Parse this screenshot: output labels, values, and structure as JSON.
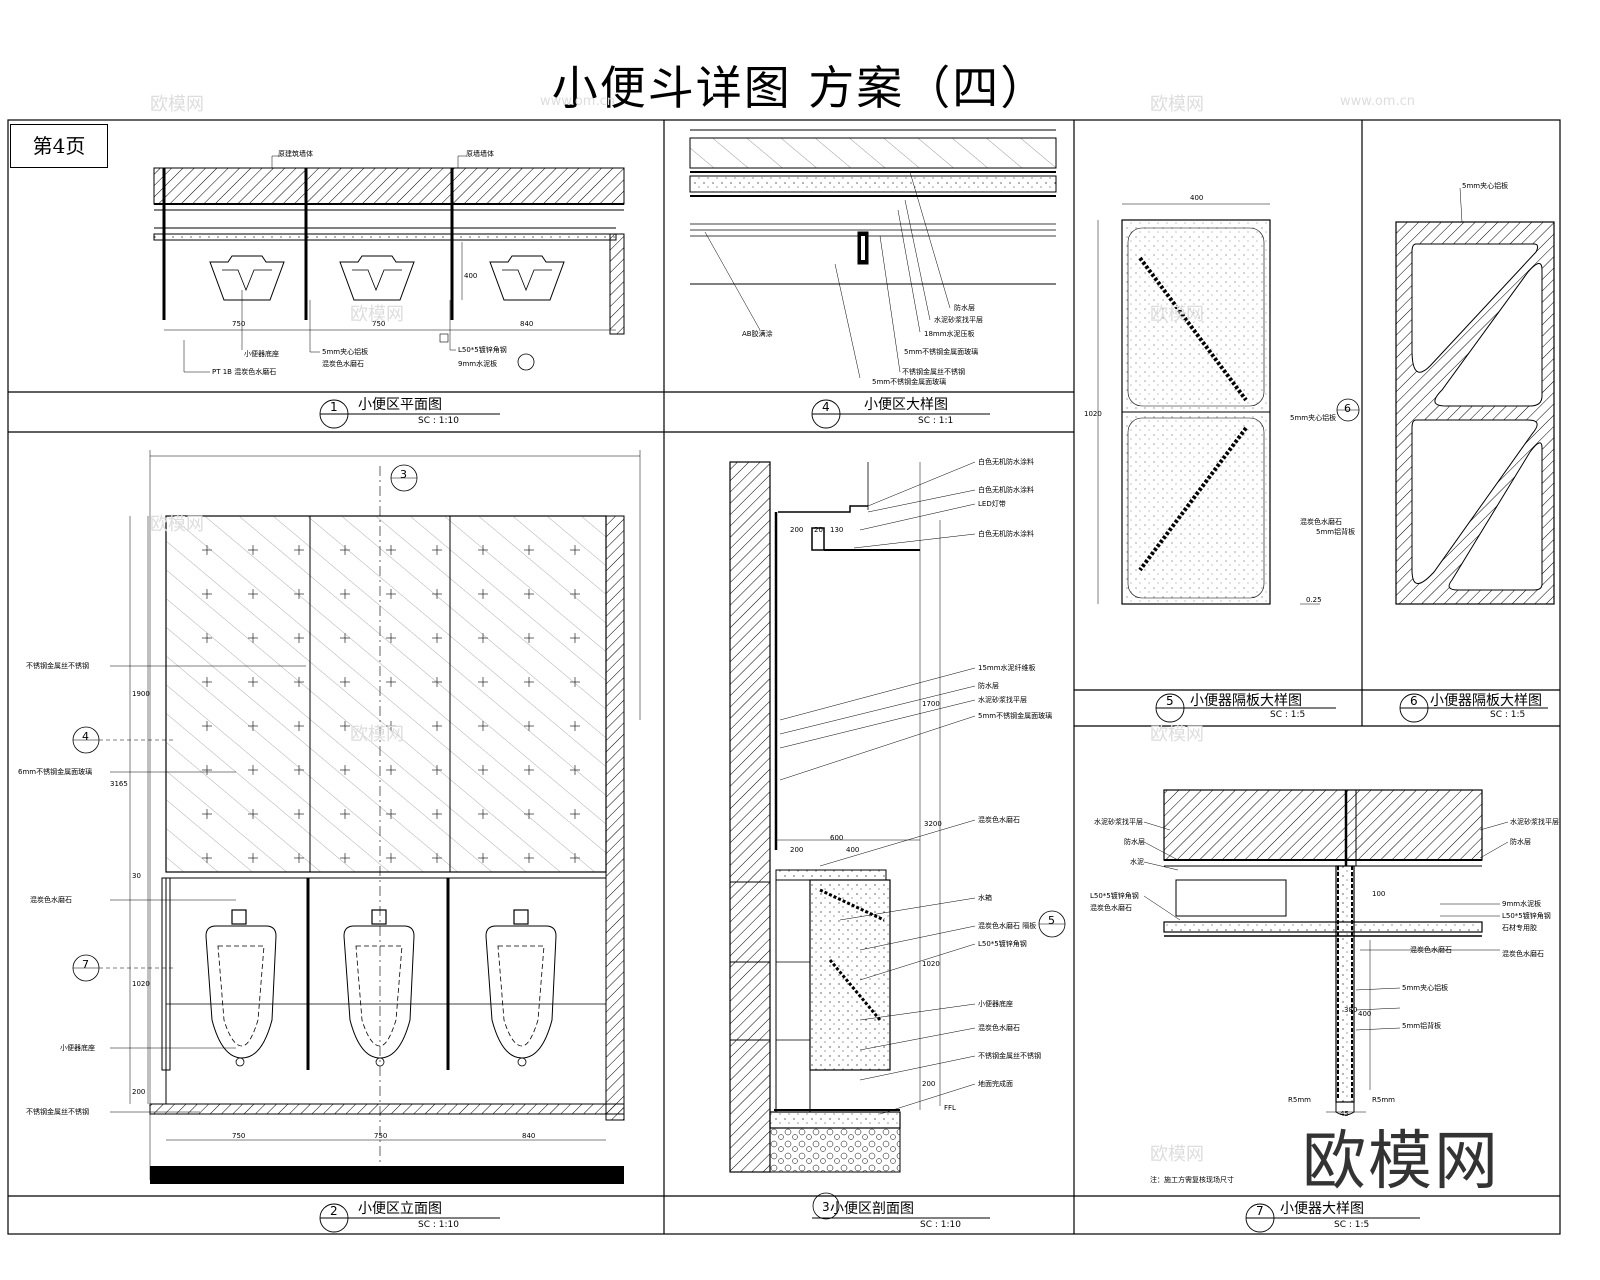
{
  "title": "小便斗详图 方案（四）",
  "page_label": "第4页",
  "logo": "欧模网",
  "watermarks": [
    "欧模网",
    "www.om.cn",
    "欧模网",
    "www.om.cn",
    "欧模网",
    "欧模网",
    "欧模网",
    "欧模网",
    "欧模网",
    "欧模网"
  ],
  "panels": [
    {
      "num": "1",
      "caption": "小便区平面图",
      "scale": "SC :   1:10"
    },
    {
      "num": "4",
      "caption": "小便区大样图",
      "scale": "SC :   1:1"
    },
    {
      "num": "5",
      "caption": "小便器隔板大样图",
      "scale": "SC :   1:5"
    },
    {
      "num": "6",
      "caption": "小便器隔板大样图",
      "scale": "SC :   1:5"
    },
    {
      "num": "2",
      "caption": "小便区立面图",
      "scale": "SC :   1:10"
    },
    {
      "num": "3",
      "caption": "小便区剖面图",
      "scale": "SC :   1:10"
    },
    {
      "num": "7",
      "caption": "小便器大样图",
      "scale": "SC :   1:5"
    }
  ],
  "plan_notes": [
    "原建筑墙体",
    "原墙墙体",
    "小便器底座",
    "5mm夹心铝板",
    "混炭色水磨石",
    "L50*5镀锌角钢",
    "9mm水泥板",
    "PT 1B 混炭色水磨石"
  ],
  "plan_dims": [
    "750",
    "750",
    "840",
    "400"
  ],
  "detail4_notes": [
    "AB胶满涂",
    "防水层",
    "水泥砂浆找平层",
    "18mm水泥压板",
    "5mm不锈钢金属面玻璃",
    "不锈钢金属丝不锈钢",
    "5mm不锈钢金属面玻璃"
  ],
  "panel5_notes": [
    "400",
    "1020",
    "5mm夹心铝板",
    "混炭色水磨石",
    "5mm铝背板",
    "0.25"
  ],
  "panel6_notes": [
    "5mm夹心铝板"
  ],
  "elev_notes": [
    "不锈钢金属丝不锈钢",
    "6mm不锈钢金属面玻璃",
    "混炭色水磨石",
    "小便器底座",
    "不锈钢金属丝不锈钢"
  ],
  "elev_dims": [
    "750",
    "750",
    "840",
    "1900",
    "3165",
    "1020",
    "200",
    "30"
  ],
  "section_notes": [
    "白色无机防水涂料",
    "白色无机防水涂料",
    "LED灯带",
    "白色无机防水涂料",
    "15mm水泥纤维板",
    "防水层",
    "水泥砂浆找平层",
    "5mm不锈钢金属面玻璃",
    "混炭色水磨石",
    "水箱",
    "混炭色水磨石 隔板",
    "L50*5镀锌角钢",
    "小便器底座",
    "混炭色水磨石",
    "不锈钢金属丝不锈钢",
    "地面完成面",
    "FFL"
  ],
  "section_dims": [
    "200",
    "20",
    "130",
    "1700",
    "3200",
    "600",
    "200",
    "400",
    "1020",
    "200"
  ],
  "detail7_notes": [
    "水泥砂浆找平层",
    "防水层",
    "水泥",
    "L50*5镀锌角钢",
    "混炭色水磨石",
    "水泥砂浆找平层",
    "防水层",
    "9mm水泥板",
    "L50*5镀锌角钢",
    "石材专用胶",
    "混炭色水磨石",
    "混炭色水磨石",
    "5mm夹心铝板",
    "5mm铝背板",
    "R5mm",
    "R5mm",
    "注：施工方需复核现场尺寸",
    "100",
    "380",
    "400",
    "45"
  ],
  "colors": {
    "line": "#000000",
    "hatch": "#000000",
    "watermark": "#dddddd"
  }
}
